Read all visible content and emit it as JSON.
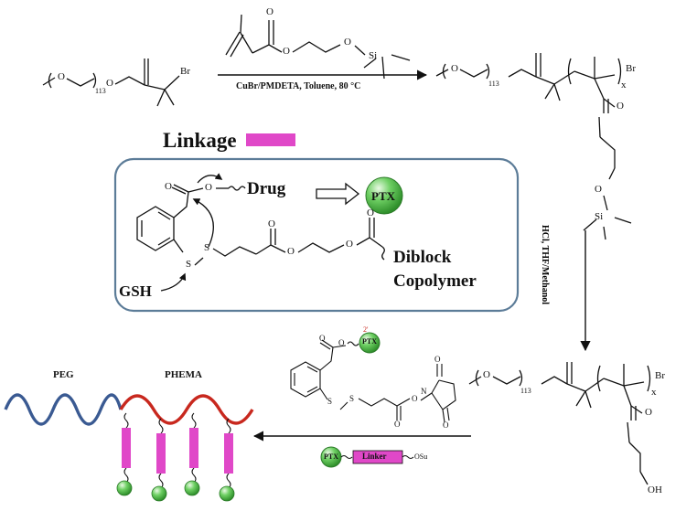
{
  "scheme": {
    "top_reaction": {
      "initiator": {
        "repeat": "113",
        "oxygen": "O",
        "ester_oxygen": "O",
        "bromine": "Br"
      },
      "monomer": {
        "oxygen": "O",
        "ester_oxygen": "O",
        "ether_oxygen": "O",
        "silicon": "Si"
      },
      "conditions": "CuBr/PMDETA, Toluene, 80 °C"
    },
    "intermediate_silyl": {
      "repeat": "113",
      "block_index": "x",
      "bromine": "Br",
      "oxygen": "O",
      "silicon": "Si"
    },
    "deprotection": {
      "conditions": "HCl, THF/Methanol"
    },
    "intermediate_hydroxyl": {
      "repeat": "113",
      "block_index": "x",
      "bromine": "Br",
      "oxygen": "O",
      "hydroxyl": "OH"
    },
    "linkage_legend": {
      "label": "Linkage",
      "color": "#e048c8"
    },
    "mechanism_box": {
      "drug_label": "Drug",
      "ptx_label": "PTX",
      "gsh_label": "GSH",
      "copolymer_label_1": "Diblock",
      "copolymer_label_2": "Copolymer",
      "sulfur": "S",
      "oxygen": "O"
    },
    "conjugation": {
      "reagent": {
        "ptx_label": "PTX",
        "position": "2'",
        "sulfur": "S",
        "oxygen": "O",
        "nitrogen": "N"
      },
      "schematic": {
        "ptx_label": "PTX",
        "linker_label": "Linker",
        "osu_label": "OSu"
      }
    },
    "product": {
      "peg_label": "PEG",
      "phema_label": "PHEMA"
    },
    "colors": {
      "peg": "#3a5a92",
      "phema": "#c8281e",
      "linkage": "#e048c8",
      "drug_ball": "#4cb84a",
      "box_border": "#5c7c98"
    }
  }
}
